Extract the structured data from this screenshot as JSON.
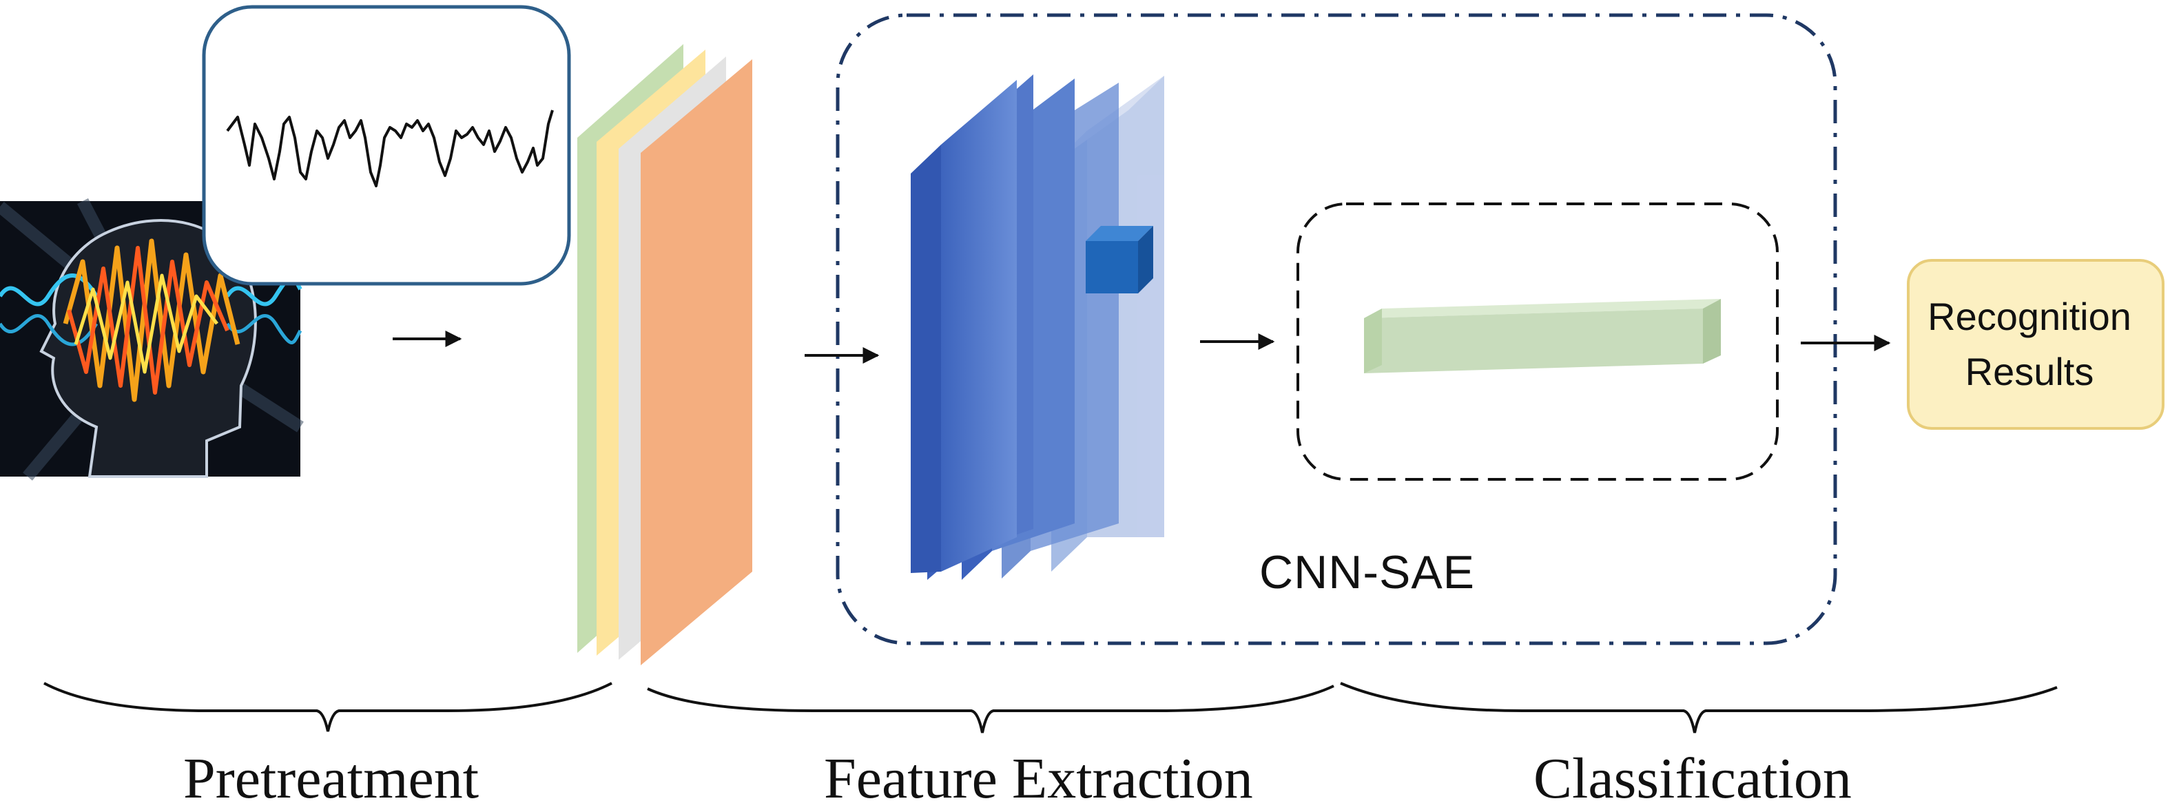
{
  "stages": {
    "pretreatment": "Pretreatment",
    "feature_extraction": "Feature Extraction",
    "classification": "Classification"
  },
  "model_label": "CNN-SAE",
  "output": {
    "line1": "Recognition",
    "line2": "Results"
  },
  "colors": {
    "frame_navy": "#1f3864",
    "wave_box_border": "#2e5f8a",
    "layer_green": "#c5deb0",
    "layer_yellow": "#fde49c",
    "layer_gray": "#e3e3e3",
    "layer_orange": "#f4ae7f",
    "conv_blue": "#4a73c8",
    "conv_light_blue": "#a9bbe0",
    "kernel_blue": "#1f66b8",
    "feature_vector_green": "#c8dcbc",
    "result_fill": "#fcf0c2",
    "result_border": "#e8cd7a"
  }
}
